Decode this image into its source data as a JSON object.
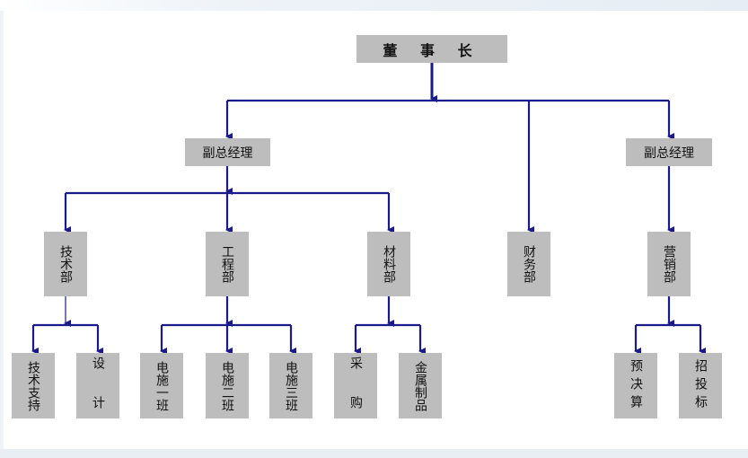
{
  "chairman": "董 事 长",
  "vice_left": "副总经理",
  "vice_right": "副总经理",
  "departments": {
    "tech": "技术部",
    "engineering": "工程部",
    "materials": "材料部",
    "finance": "财务部",
    "marketing": "营销部"
  },
  "teams": {
    "tech_support": "技术支持",
    "design": "设　计",
    "elec1": "电施一班",
    "elec2": "电施二班",
    "elec3": "电施三班",
    "purchase": "采　购",
    "metal": "金属制品",
    "budget": "预决算",
    "bidding": "招投标"
  },
  "colors": {
    "line": "#1a1a8c",
    "box": "#bdbdbd"
  }
}
